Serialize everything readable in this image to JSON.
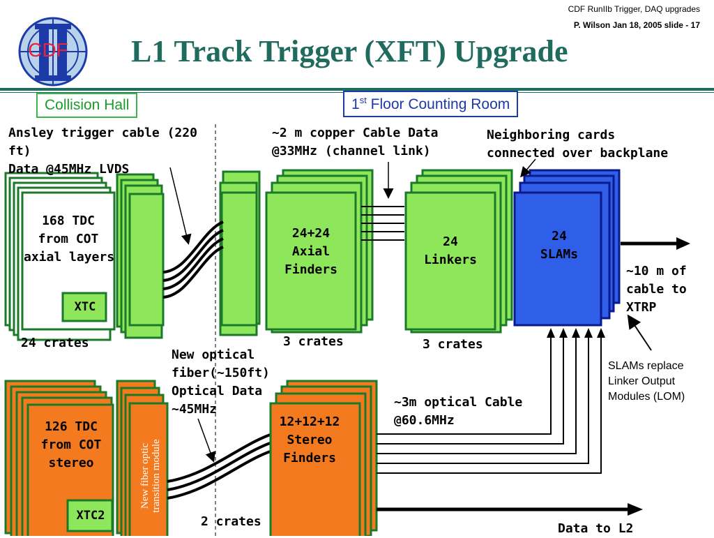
{
  "header": {
    "meta_line1": "CDF RunIIb  Trigger, DAQ upgrades",
    "meta_line2": "P. Wilson   Jan 18,  2005  slide - 17",
    "title": "L1 Track Trigger (XFT) Upgrade",
    "logo_text": "CDF"
  },
  "zones": {
    "collision_hall": "Collision Hall",
    "counting_room_prefix": "1",
    "counting_room_sup": "st",
    "counting_room_suffix": " Floor Counting Room"
  },
  "annotations": {
    "ansley_line1": "Ansley trigger cable (220",
    "ansley_line2": "ft)",
    "ansley_line3": "Data @45MHz LVDS",
    "copper_line1": "~2 m copper Cable Data",
    "copper_line2": "@33MHz (channel link)",
    "neighbor_line1": "Neighboring cards",
    "neighbor_line2": "connected over backplane",
    "xtrp_line1": "~10 m of",
    "xtrp_line2": "cable to",
    "xtrp_line3": "XTRP",
    "slams_replace_line1": "SLAMs replace",
    "slams_replace_line2": "Linker Output",
    "slams_replace_line3": "Modules (LOM)",
    "optical_fiber_line1": "New optical",
    "optical_fiber_line2": "fiber(~150ft)",
    "optical_fiber_line3": "Optical Data",
    "optical_fiber_line4": "~45MHz",
    "optical_cable_line1": "~3m optical Cable",
    "optical_cable_line2": "@60.6MHz",
    "data_l2": "Data to L2"
  },
  "crate_counts": {
    "tdc_axial": "24 crates",
    "finders_axial": "3 crates",
    "linkers": "3 crates",
    "stereo": "2 crates"
  },
  "boxes": {
    "tdc_axial": [
      "168  TDC",
      "from COT",
      "axial layers"
    ],
    "xtc": "XTC",
    "axial_finders": [
      "24+24",
      "Axial",
      "Finders"
    ],
    "linkers": [
      "24",
      "Linkers"
    ],
    "slams": [
      "24",
      "SLAMs"
    ],
    "tdc_stereo": [
      "126  TDC",
      "from COT",
      "stereo"
    ],
    "xtc2": "XTC2",
    "fiber_module": [
      "New fiber optic",
      "transition module"
    ],
    "stereo_finders": [
      "12+12+12",
      "Stereo",
      "Finders"
    ]
  },
  "colors": {
    "title": "#1f6b5e",
    "green_fill": "#8ee65a",
    "green_border": "#1a7a2a",
    "blue_fill": "#2f5fe8",
    "blue_border": "#0a1a8c",
    "orange_fill": "#f47a1f",
    "orange_border": "#1a7a2a"
  }
}
